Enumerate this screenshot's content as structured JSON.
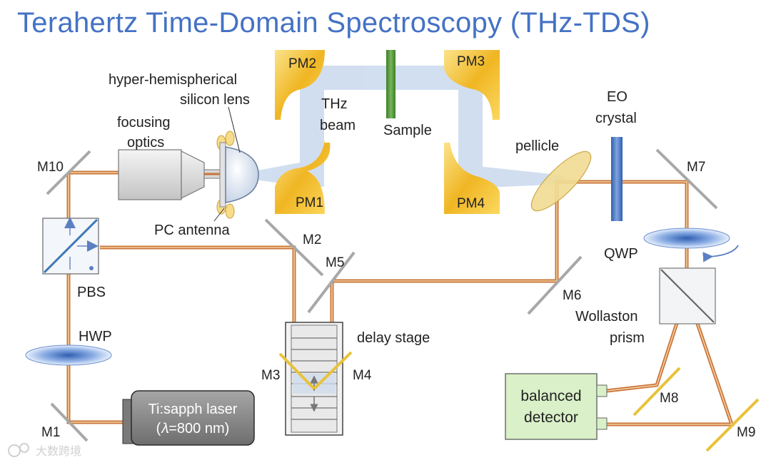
{
  "title": "Terahertz Time-Domain Spectroscopy (THz-TDS)",
  "labels": {
    "hyper_hemispherical": "hyper-hemispherical",
    "silicon_lens": "silicon lens",
    "focusing": "focusing",
    "optics": "optics",
    "thz": "THz",
    "beam": "beam",
    "sample": "Sample",
    "eo": "EO",
    "crystal": "crystal",
    "pellicle": "pellicle",
    "pc_antenna": "PC antenna",
    "pbs": "PBS",
    "hwp": "HWP",
    "qwp": "QWP",
    "delay_stage": "delay stage",
    "wollaston": "Wollaston",
    "prism": "prism"
  },
  "mirrors": {
    "m1": "M1",
    "m2": "M2",
    "m3": "M3",
    "m4": "M4",
    "m5": "M5",
    "m6": "M6",
    "m7": "M7",
    "m8": "M8",
    "m9": "M9",
    "m10": "M10"
  },
  "parabolic_mirrors": {
    "pm1": "PM1",
    "pm2": "PM2",
    "pm3": "PM3",
    "pm4": "PM4"
  },
  "detector": {
    "line1": "balanced",
    "line2": "detector"
  },
  "laser": {
    "line1": "Ti:sapph laser",
    "line2": "(𝜆=800 nm)"
  },
  "watermark": "大数跨境",
  "colors": {
    "title": "#4472c4",
    "laser_beam": "#c8743a",
    "thz_beam": "#c9d9ee",
    "pm_gold": "#f0b623",
    "detector_fill": "#d9f0c8",
    "laser_fill": "#8c8c8c"
  }
}
